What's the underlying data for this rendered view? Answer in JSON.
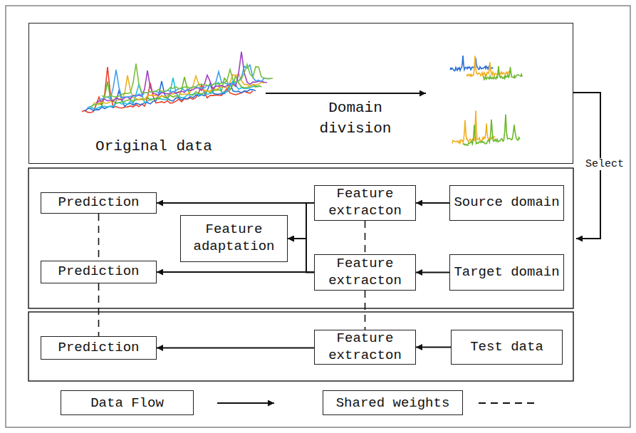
{
  "diagram": {
    "nodes": [
      {
        "text": [
          "Original data",
          "Domain division"
        ]
      },
      {
        "text": [
          "Prediction"
        ]
      },
      {
        "text": [
          "Feature extracton"
        ]
      },
      {
        "text": [
          "Source domain"
        ]
      },
      {
        "text": [
          "Feature adaptation"
        ]
      },
      {
        "text": [
          "Prediction"
        ]
      },
      {
        "text": [
          "Feature extracton"
        ]
      },
      {
        "text": [
          "Target domain"
        ]
      },
      {
        "text": [
          "Prediction"
        ]
      },
      {
        "text": [
          "Feature extracton"
        ]
      },
      {
        "text": [
          "Test data"
        ]
      }
    ],
    "edges": [
      {
        "from": 3,
        "to": 2,
        "arrow": "to"
      },
      {
        "from": 7,
        "to": 6,
        "arrow": "to"
      },
      {
        "from": 10,
        "to": 9,
        "arrow": "to"
      },
      {
        "from": 9,
        "to": 8,
        "arrow": "to"
      },
      {
        "from": 2,
        "to": 1,
        "arrow": "to"
      },
      {
        "from": 6,
        "to": 5,
        "arrow": "to"
      },
      {
        "from": 2,
        "to": 4,
        "arrow": "to"
      },
      {
        "from": 6,
        "to": 4,
        "arrow": "to"
      },
      {
        "from": 1,
        "to": 5,
        "arrow": "none"
      },
      {
        "from": 5,
        "to": 8,
        "arrow": "none"
      },
      {
        "from": 2,
        "to": 6,
        "arrow": "none"
      },
      {
        "from": 6,
        "to": 9,
        "arrow": "none"
      }
    ],
    "labels": [
      "Select"
    ],
    "legend": [
      {
        "text": "Data Flow"
      },
      {
        "text": "Shared weights"
      }
    ]
  }
}
